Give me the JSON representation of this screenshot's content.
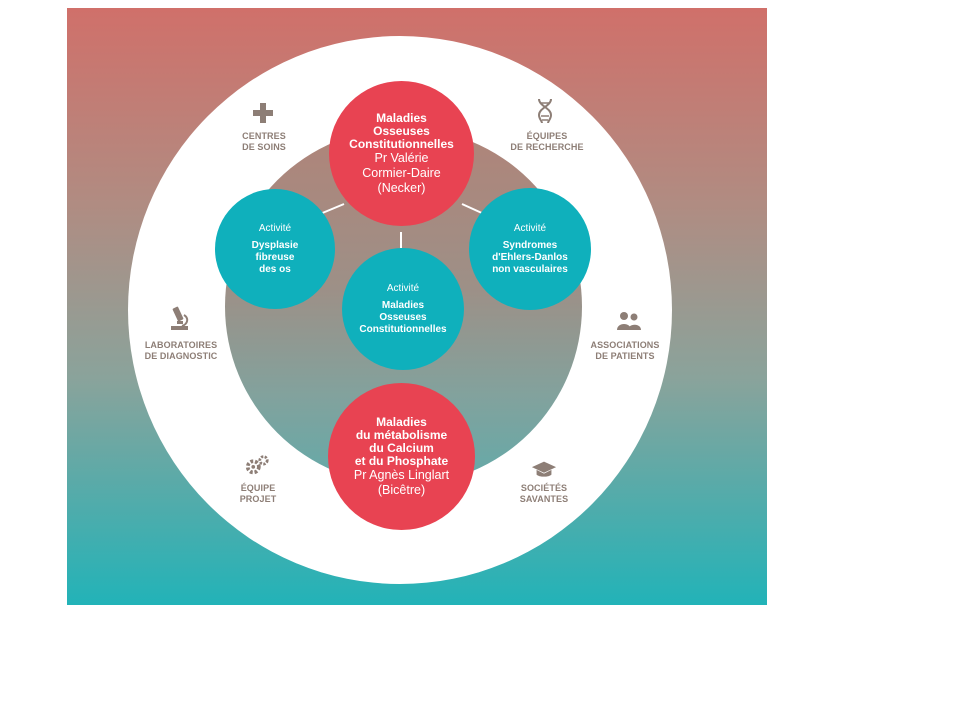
{
  "colors": {
    "accent_red": "#e84352",
    "accent_teal": "#0fb0bc",
    "label_gray": "#8d7e76"
  },
  "top_center": {
    "title": "Maladies\nOsseuses\nConstitutionnelles",
    "person": "Pr Valérie\nCormier-Daire\n(Necker)"
  },
  "bottom_center": {
    "title": "Maladies\ndu métabolisme\ndu Calcium\net du Phosphate",
    "person": "Pr Agnès Linglart\n(Bicêtre)"
  },
  "activities": [
    {
      "heading": "Activité",
      "title": "Dysplasie\nfibreuse\ndes os"
    },
    {
      "heading": "Activité",
      "title": "Maladies\nOsseuses\nConstitutionnelles"
    },
    {
      "heading": "Activité",
      "title": "Syndromes\nd'Ehlers-Danlos\nnon vasculaires"
    }
  ],
  "partners": [
    {
      "label": "CENTRES\nDE SOINS",
      "icon": "medical-cross-icon"
    },
    {
      "label": "ÉQUIPES\nDE RECHERCHE",
      "icon": "dna-icon"
    },
    {
      "label": "LABORATOIRES\nDE DIAGNOSTIC",
      "icon": "microscope-icon"
    },
    {
      "label": "ASSOCIATIONS\nDE PATIENTS",
      "icon": "people-icon"
    },
    {
      "label": "ÉQUIPE\nPROJET",
      "icon": "gears-icon"
    },
    {
      "label": "SOCIÉTÉS\nSAVANTES",
      "icon": "graduation-cap-icon"
    }
  ]
}
